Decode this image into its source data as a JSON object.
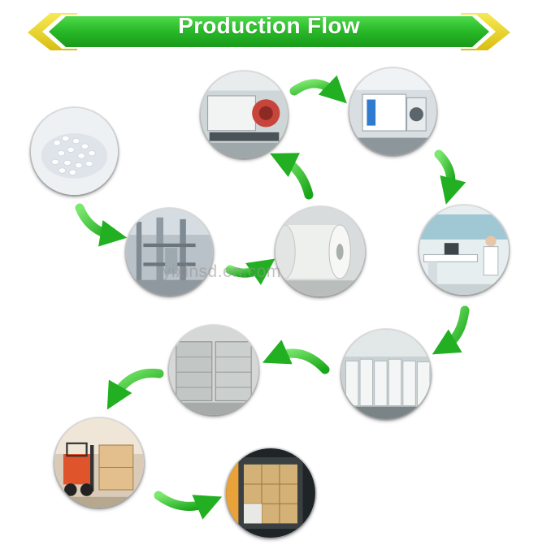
{
  "banner": {
    "title": "Production Flow",
    "color": "#2eb82e",
    "ribbon_color": "#f2dc2c"
  },
  "watermark": "yixinsd.en.com",
  "stages": [
    {
      "name": "raw-material-pellets-stage",
      "icon": "pellets-icon"
    },
    {
      "name": "extrusion-plant-stage",
      "icon": "factory-icon"
    },
    {
      "name": "film-roll-stage",
      "icon": "film-roll-icon"
    },
    {
      "name": "stretching-machine-stage",
      "icon": "machine-icon"
    },
    {
      "name": "slitting-machine-stage",
      "icon": "machine-icon"
    },
    {
      "name": "quality-lab-stage",
      "icon": "lab-icon"
    },
    {
      "name": "finished-rolls-stage",
      "icon": "rolls-icon"
    },
    {
      "name": "wrapped-pallets-stage",
      "icon": "pallets-icon"
    },
    {
      "name": "forklift-loading-stage",
      "icon": "forklift-icon"
    },
    {
      "name": "container-shipping-stage",
      "icon": "container-icon"
    }
  ],
  "arrow_color": "#3fcf3f"
}
